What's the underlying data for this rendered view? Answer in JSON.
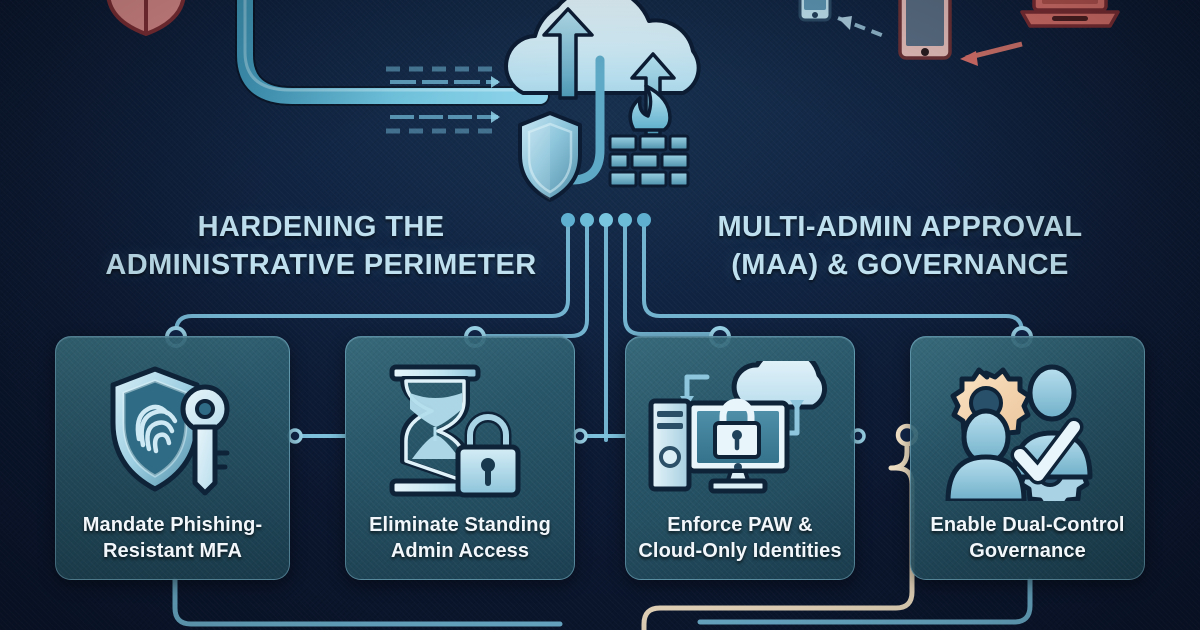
{
  "document": {
    "type": "infographic",
    "subject": "Microsoft 365 / cloud administrative security hardening infographic",
    "background_color": "#101f3c",
    "accent_color": "#7fc4de",
    "card_color": "#2f6478",
    "heading_color": "#bfe0ef",
    "alert_color": "#d9534f",
    "highlight_color": "#f5e3c8"
  },
  "headings": [
    {
      "id": "left",
      "text": "HARDENING THE\nADMINISTRATIVE PERIMETER"
    },
    {
      "id": "right",
      "text": "MULTI-ADMIN APPROVAL\n(MAA) & GOVERNANCE"
    }
  ],
  "cards": [
    {
      "index": 1,
      "label": "Mandate Phishing-\nResistant MFA",
      "icon": "shield-fingerprint-key-icon",
      "group": "left"
    },
    {
      "index": 2,
      "label": "Eliminate Standing\nAdmin Access",
      "icon": "hourglass-padlock-icon",
      "group": "left"
    },
    {
      "index": 3,
      "label": "Enforce PAW &\nCloud-Only Identities",
      "icon": "workstation-cloud-lock-icon",
      "group": "right"
    },
    {
      "index": 4,
      "label": "Enable Dual-Control\nGovernance",
      "icon": "two-people-gears-check-icon",
      "group": "right"
    }
  ],
  "top_scene": {
    "cloud": "cloud-icon",
    "shield": "shield-icon",
    "firewall": "firewall-brick-flame-icon",
    "inbound_pipe": "data-flow-pipe",
    "dashed_arrows": "dashed-traffic-arrows",
    "device_cluster": [
      "smartphone-blue-icon",
      "tablet-blue-icon",
      "smartphone-red-icon",
      "tablet-red-icon",
      "laptop-red-icon"
    ],
    "corner_badge": "alert-badge-icon"
  },
  "connectors": {
    "node_dots_count": 5,
    "ring_nodes_count": 9,
    "trace_color": "#7fc4de",
    "highlight_trace_color": "#f5e3c8"
  }
}
